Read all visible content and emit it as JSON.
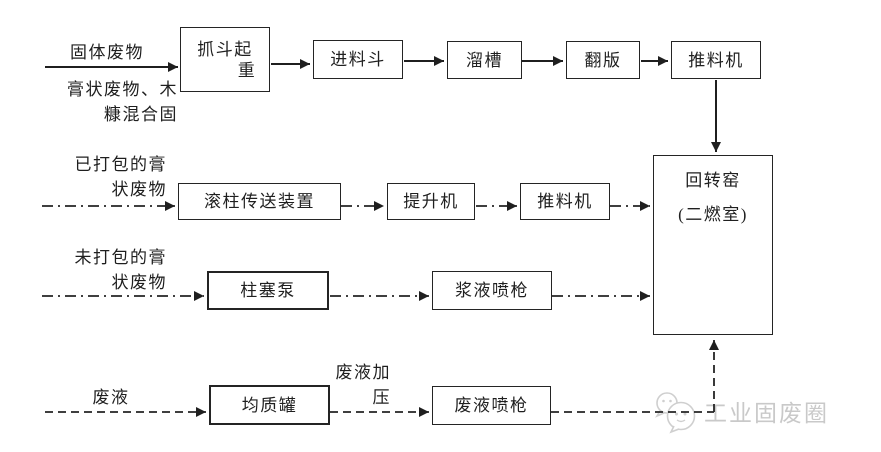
{
  "labels": {
    "solid_waste": "固体废物",
    "paste_wood": {
      "line1": "膏状废物、木",
      "line2": "糠混合固"
    },
    "packed_paste": {
      "line1": "已打包的膏",
      "line2": "状废物"
    },
    "unpacked_paste": {
      "line1": "未打包的膏",
      "line2": "状废物"
    },
    "waste_liquid": "废液",
    "liquid_pressurize": {
      "line1": "废液加",
      "line2": "压"
    }
  },
  "nodes": {
    "grab_crane": {
      "line1": "抓斗起",
      "line2": "重"
    },
    "feed_hopper": "进料斗",
    "chute": "溜槽",
    "flip_plate": "翻版",
    "pusher_top": "推料机",
    "roller_conveyor": "滚柱传送装置",
    "elevator": "提升机",
    "pusher_mid": "推料机",
    "rotary_kiln": {
      "line1": "回转窑",
      "line2": "(二燃室)"
    },
    "plunger_pump": "柱塞泵",
    "slurry_spray_gun": "浆液喷枪",
    "homogenizing_tank": "均质罐",
    "waste_liquid_spray_gun": "废液喷枪"
  },
  "watermark": {
    "icon": "wechat-icon",
    "text": "工业固废圈"
  },
  "colors": {
    "background": "#ffffff",
    "line": "#1f1f1f",
    "box_border": "#242424",
    "text": "#1f1f1f",
    "watermark": "#c9c9c9"
  }
}
